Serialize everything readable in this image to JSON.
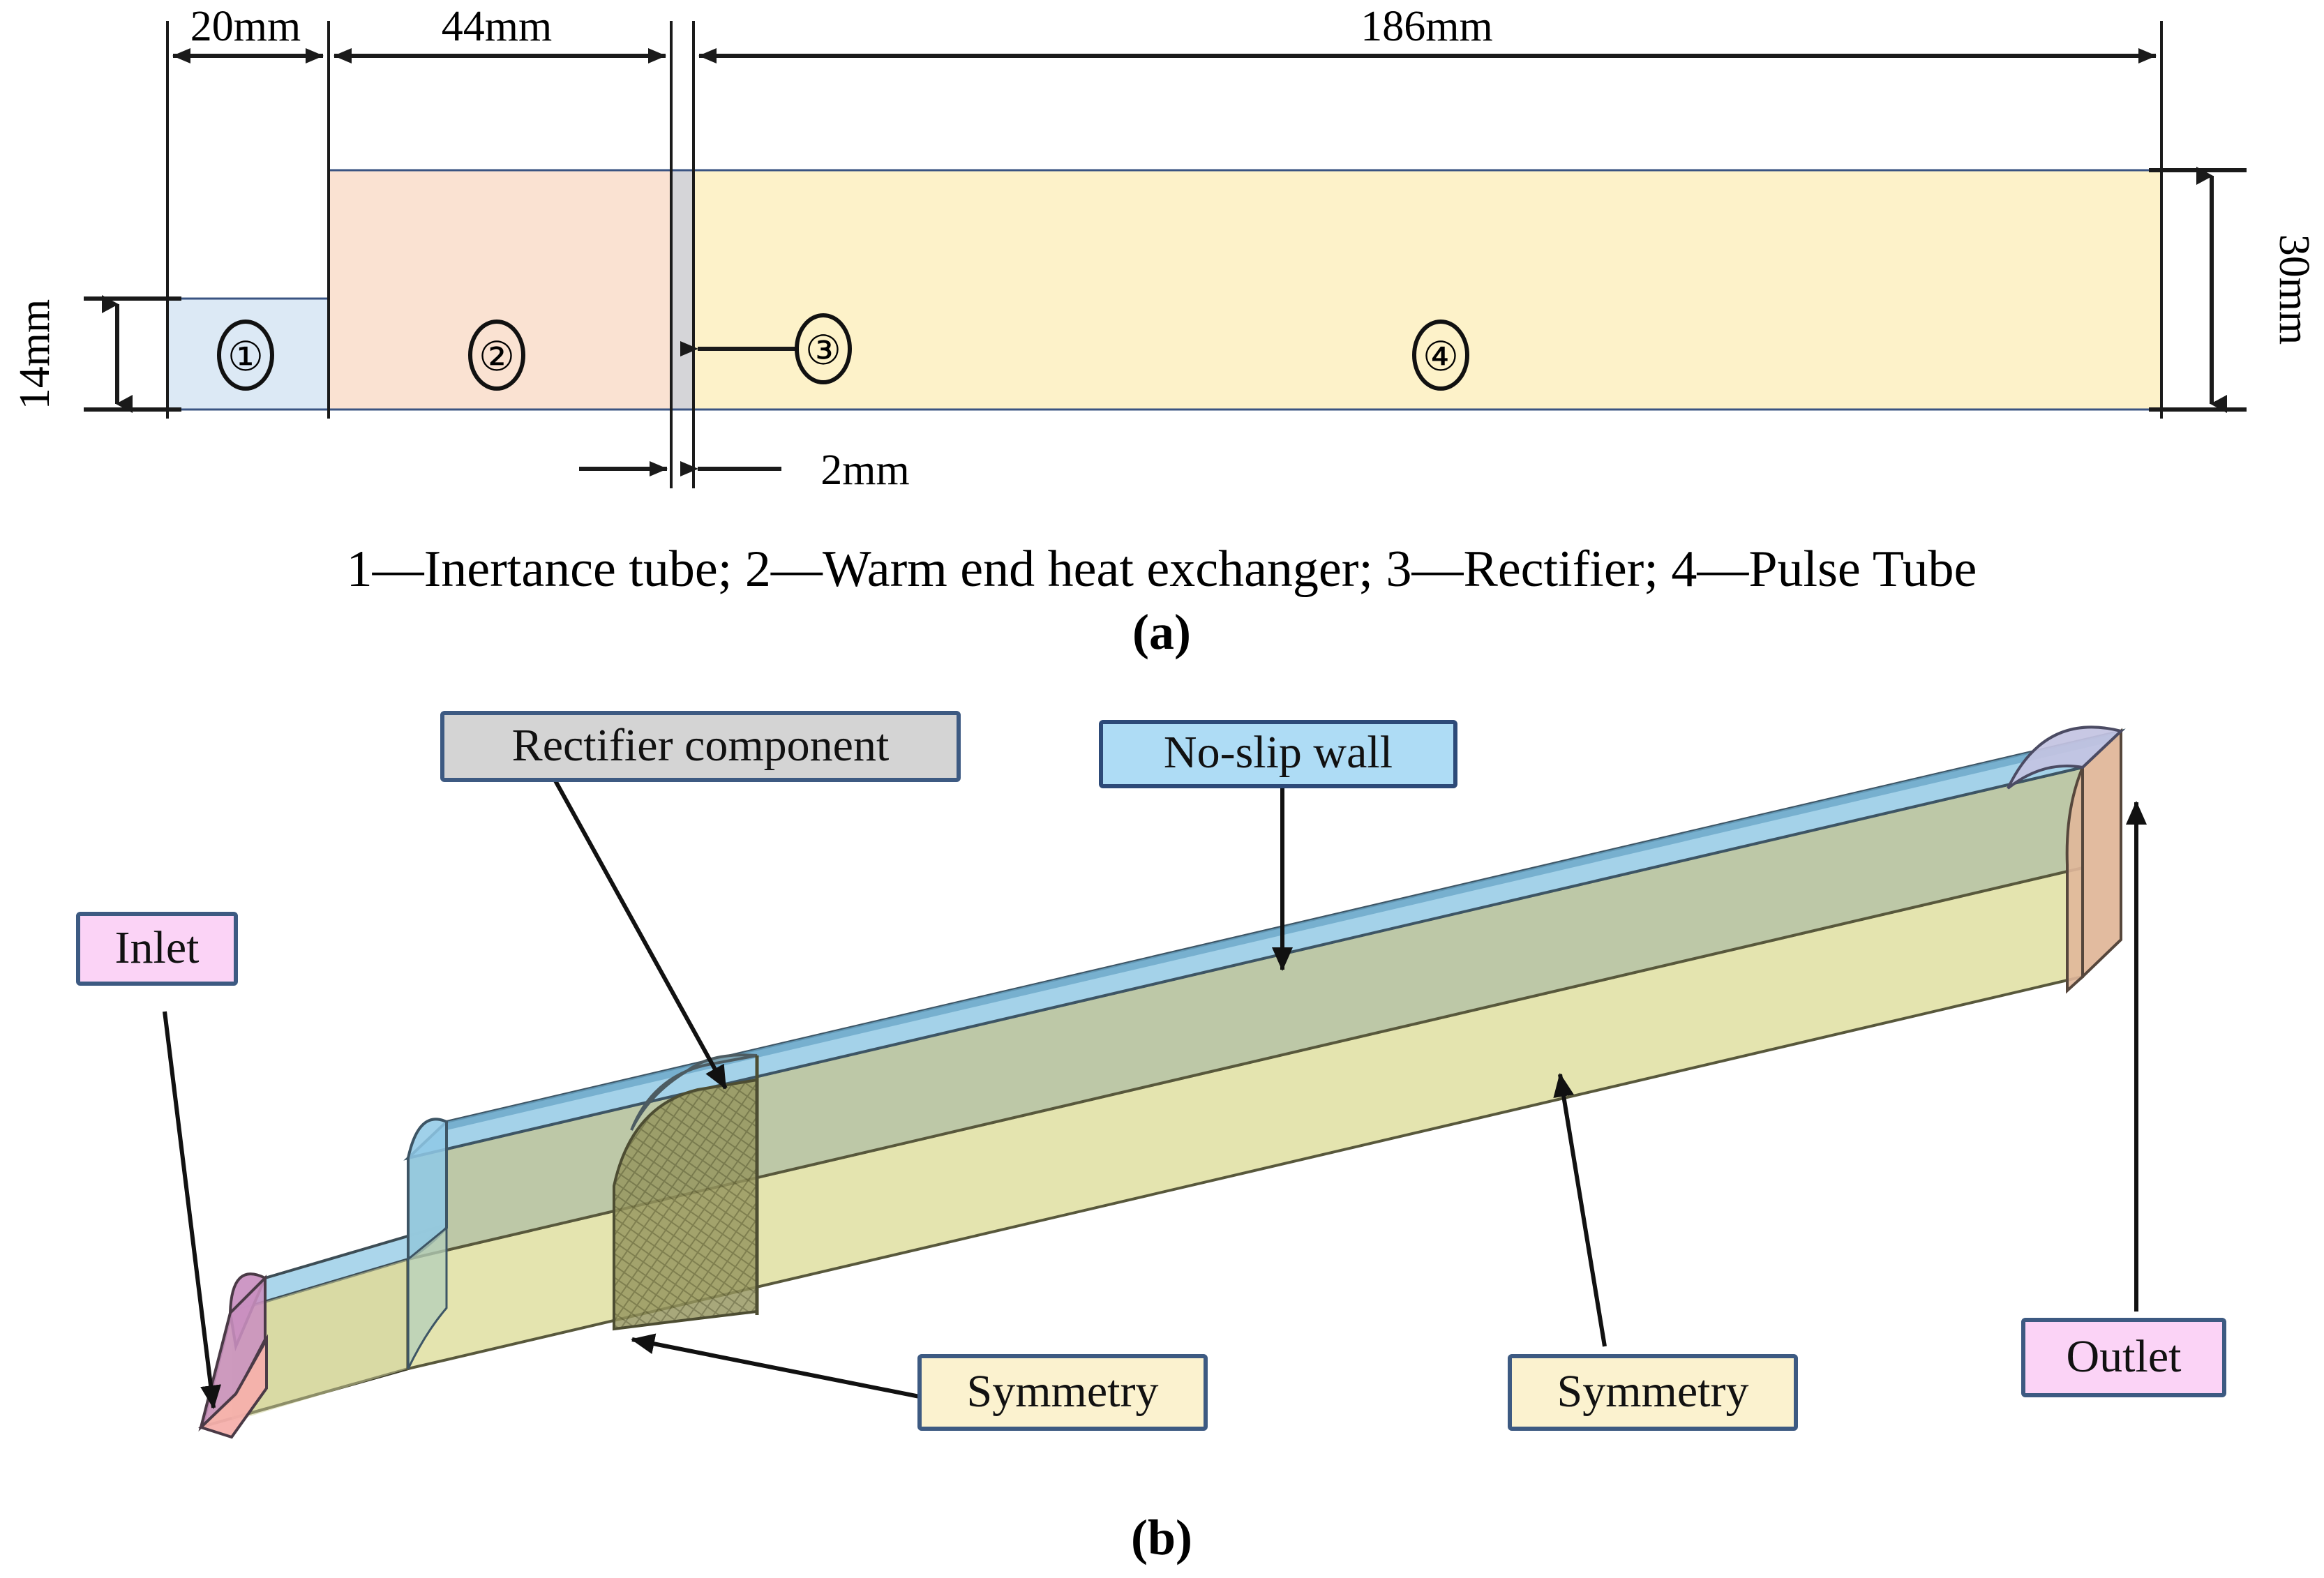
{
  "figure": {
    "panel_a": {
      "label": "(a)",
      "caption": "1—Inertance tube; 2—Warm end heat exchanger; 3—Rectifier; 4—Pulse Tube",
      "dimensions": {
        "seg1_length": "20mm",
        "seg2_length": "44mm",
        "seg4_length": "186mm",
        "seg1_height": "14mm",
        "seg4_height": "30mm",
        "rectifier_thickness": "2mm"
      },
      "components": [
        {
          "number": "①",
          "name": "Inertance tube",
          "color": "#dce9f5",
          "length_mm": 20,
          "height_mm": 14
        },
        {
          "number": "②",
          "name": "Warm end heat exchanger",
          "color": "#fae2d2",
          "length_mm": 44,
          "height_mm": 30
        },
        {
          "number": "③",
          "name": "Rectifier",
          "color": "#d5d5d8",
          "length_mm": 2,
          "height_mm": 30
        },
        {
          "number": "④",
          "name": "Pulse Tube",
          "color": "#fdf2c9",
          "length_mm": 186,
          "height_mm": 30
        }
      ]
    },
    "panel_b": {
      "label": "(b)",
      "callouts": [
        {
          "id": "rectifier-component",
          "text": "Rectifier component",
          "fill": "#d4d4d4",
          "border": "#3d5a82"
        },
        {
          "id": "no-slip-wall",
          "text": "No-slip wall",
          "fill": "#aedcf5",
          "border": "#2d4a78"
        },
        {
          "id": "inlet",
          "text": "Inlet",
          "fill": "#fbd3f6",
          "border": "#3d5a82"
        },
        {
          "id": "outlet",
          "text": "Outlet",
          "fill": "#fbd3f6",
          "border": "#3d5a82"
        },
        {
          "id": "symmetry-bottom",
          "text": "Symmetry",
          "fill": "#fbf2cf",
          "border": "#3d5a82"
        },
        {
          "id": "symmetry-side",
          "text": "Symmetry",
          "fill": "#fbf2cf",
          "border": "#3d5a82"
        }
      ],
      "surfaces": {
        "wall_top": "#9fd0e8",
        "symmetry_plane": "#e2e2a8",
        "inlet_face": "#c98fc0",
        "inlet_face_lower": "#f5b0ac",
        "outlet_face": "#e0b79a",
        "outlet_cap": "#c3c3e2",
        "rectifier_mesh": "#9a9a62"
      }
    }
  }
}
